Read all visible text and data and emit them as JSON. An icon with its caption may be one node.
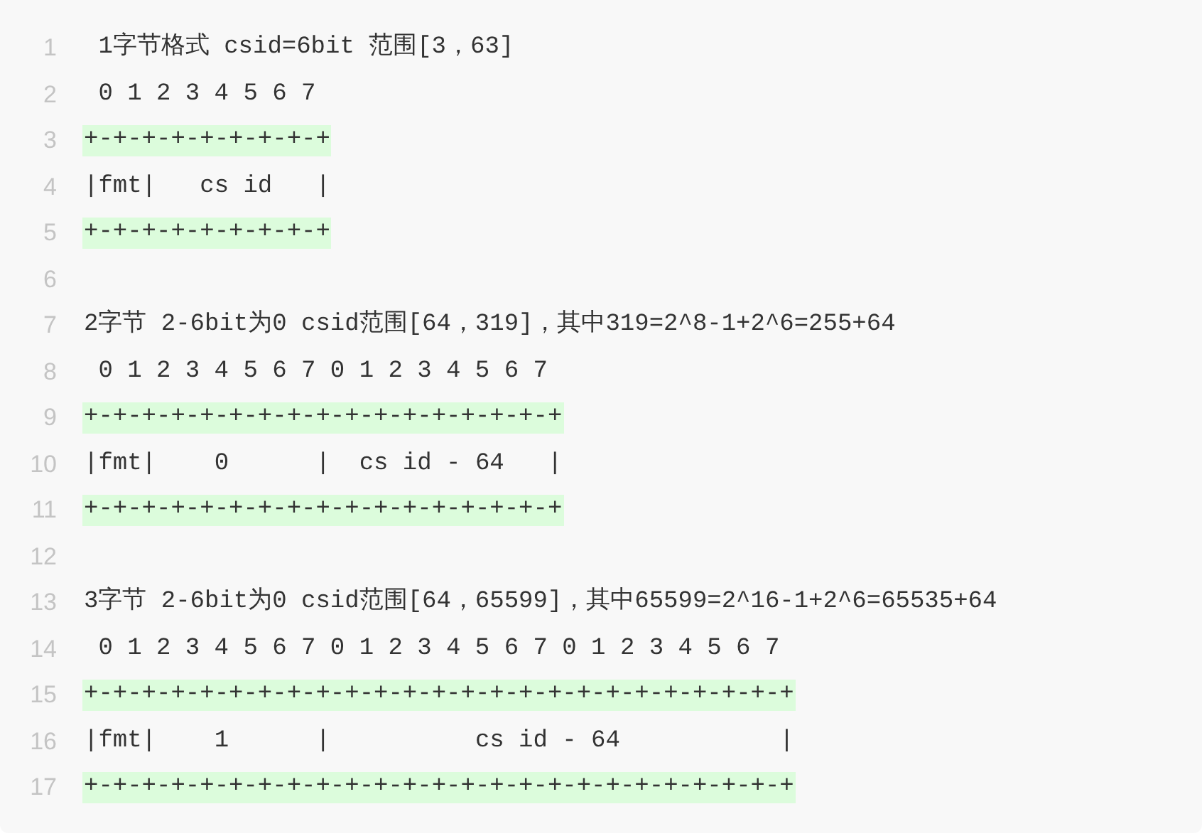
{
  "diagram": {
    "nodes": [
      {
        "text": [
          "+-+-+-+-+-+-+-+-+"
        ]
      },
      {
        "text": [
          "+-+-+-+-+-+-+-+-+"
        ]
      },
      {
        "text": [
          "+-+-+-+-+-+-+-+-+-+-+-+-+-+-+-+-+"
        ]
      },
      {
        "text": [
          "+-+-+-+-+-+-+-+-+-+-+-+-+-+-+-+-+"
        ]
      },
      {
        "text": [
          "+-+-+-+-+-+-+-+-+-+-+-+-+-+-+-+-+-+-+-+-+-+-+-+-+"
        ]
      },
      {
        "text": [
          "+-+-+-+-+-+-+-+-+-+-+-+-+-+-+-+-+-+-+-+-+-+-+-+-+"
        ]
      }
    ],
    "labels": [
      "1",
      "1字节格式 csid=6bit 范围[3，63]",
      "2",
      "0 1 2 3 4 5 6 7",
      "3",
      "4",
      "|fmt|   cs id   |",
      "5",
      "6",
      "7",
      "2字节 2-6bit为0 csid范围[64，319]，其中319=2^8-1+2^6=255+64",
      "8",
      "0 1 2 3 4 5 6 7 0 1 2 3 4 5 6 7",
      "9",
      "10",
      "|fmt|    0      |  cs id - 64   |",
      "11",
      "12",
      "13",
      "3字节 2-6bit为0 csid范围[64，65599]，其中65599=2^16-1+2^6=65535+64",
      "14",
      "0 1 2 3 4 5 6 7 0 1 2 3 4 5 6 7 0 1 2 3 4 5 6 7",
      "15",
      "16",
      "|fmt|    1      |          cs id - 64           |",
      "17"
    ]
  }
}
